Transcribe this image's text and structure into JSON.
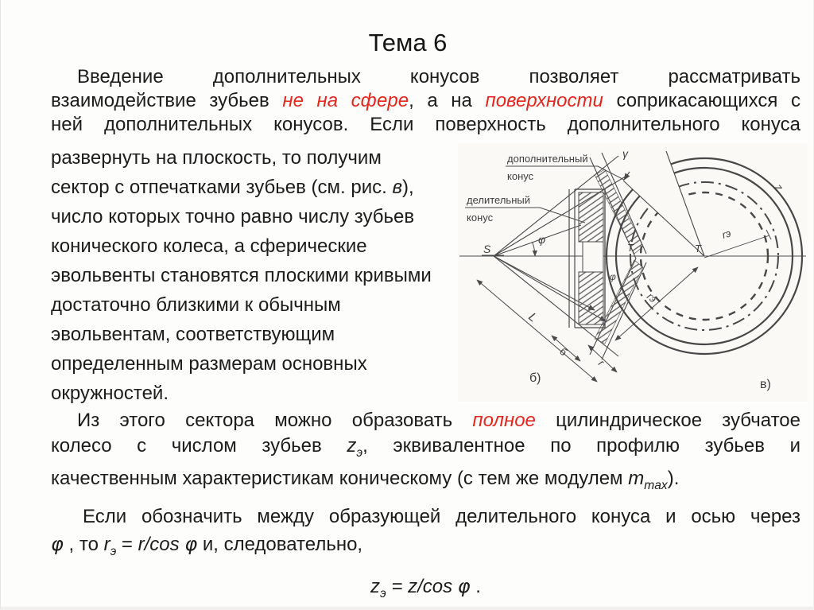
{
  "slide": {
    "title": "Тема 6"
  },
  "colors": {
    "accent_red": "#e6251c",
    "text": "#1c1c1c",
    "figure_stroke": "#4a4a4a",
    "figure_bg": "#faf9f6"
  },
  "p1": {
    "l1": "Введение дополнительных конусов позволяет рассматривать",
    "l2a": "взаимодействие зубьев ",
    "l2red1": "не на сфере",
    "l2b": ", а на ",
    "l2red2": "поверхности",
    "l2c": " соприкасающихся с",
    "l3": "ней дополнительных конусов. Если поверхность дополнительного конуса"
  },
  "p1w": {
    "l0": "развернуть на плоскость, то получим",
    "l1a": "сектор с отпечатками зубьев (см. рис. ",
    "l1b": "в",
    "l1c": "),",
    "l2": "число которых точно равно числу зубьев",
    "l3": "конического колеса, а сферические",
    "l4": "эвольвенты становятся плоскими кривыми",
    "l5": "достаточно близкими к обычным",
    "l6": "эвольвентам, соответствующим",
    "l7": "определенным размерам основных",
    "l8": "окружностей."
  },
  "p2": {
    "l1a": "Из этого сектора можно образовать ",
    "l1red": "полное",
    "l1b": " цилиндрическое зубчатое",
    "l2a": "колесо с числом зубьев ",
    "l2zv": "z",
    "l2zs": "э",
    "l2b": ", эквивалентное по профилю зубьев и",
    "l3a": "качественным характеристикам коническому (с тем же модулем ",
    "l3mv": "m",
    "l3ms": "max",
    "l3b": ")."
  },
  "p3": {
    "l1": "Если обозначить между образующей делительного конуса и осью через",
    "l2phi": "φ",
    "l2a": " , то ",
    "l2rv": "r",
    "l2rs": "э",
    "l2b": " = ",
    "l2c": "r/cos ",
    "l2phi2": "φ",
    "l2d": " и, следовательно,"
  },
  "formula": {
    "zv": "z",
    "zs": "э",
    "a": " = z/cos ",
    "phi": "φ",
    "b": " ."
  },
  "figure": {
    "label_add_cone_1": "дополнительный",
    "label_add_cone_2": "конус",
    "label_pitch_cone_1": "делительный",
    "label_pitch_cone_2": "конус",
    "s": "S",
    "t_left": "T",
    "t_center": "T",
    "phi": "φ",
    "phi2": "φ",
    "gamma": "γ",
    "dim_L": "L",
    "dim_b": "б",
    "dim_r": "r",
    "dim_re_left": "rэ",
    "dim_re_right": "rэ",
    "z": "z",
    "caption_b": "б)",
    "caption_v": "в)"
  }
}
